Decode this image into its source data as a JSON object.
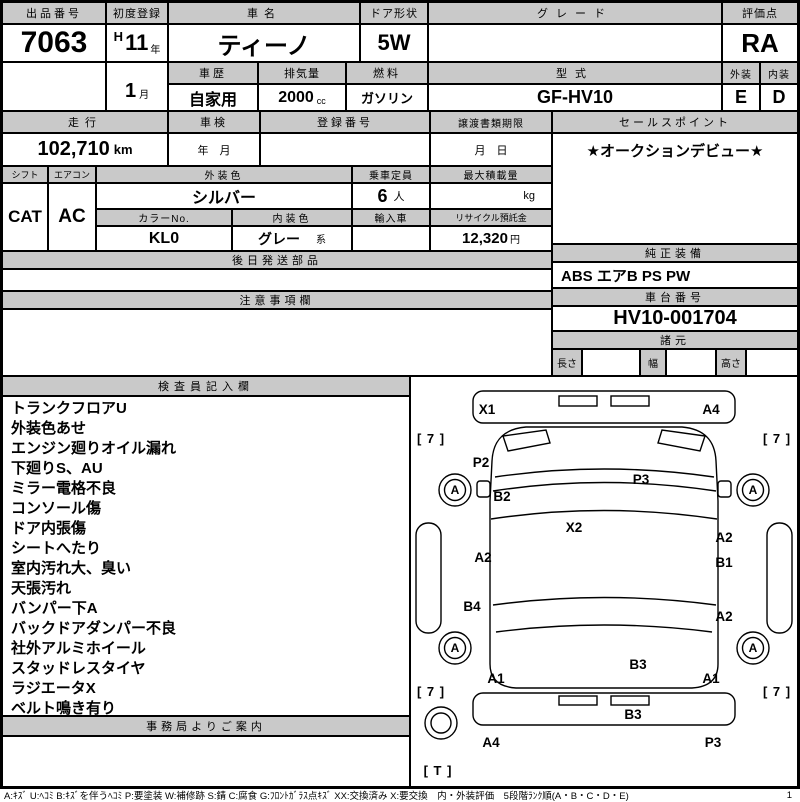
{
  "top": {
    "auction_no": {
      "label": "出品番号",
      "value": "7063"
    },
    "first_reg": {
      "label": "初度登録",
      "era": "H",
      "year": "11",
      "year_unit": "年",
      "month": "1",
      "month_unit": "月"
    },
    "car_name": {
      "label": "車名",
      "value": "ティーノ"
    },
    "door_shape": {
      "label": "ドア形状",
      "value": "5W"
    },
    "grade": {
      "label": "グレード",
      "value": ""
    },
    "score": {
      "label": "評価点",
      "value": "RA"
    },
    "history": {
      "label": "車歴",
      "value": "自家用"
    },
    "displacement": {
      "label": "排気量",
      "value": "2000",
      "unit": "cc"
    },
    "fuel": {
      "label": "燃料",
      "value": "ガソリン"
    },
    "model_code": {
      "label": "型式",
      "value": "GF-HV10"
    },
    "exterior": {
      "label": "外装",
      "value": "E"
    },
    "interior": {
      "label": "内装",
      "value": "D"
    }
  },
  "status": {
    "mileage": {
      "label": "走行",
      "value": "102,710",
      "unit": "km"
    },
    "inspection": {
      "label": "車検",
      "value": "年　月"
    },
    "registration_no": {
      "label": "登録番号",
      "value": ""
    },
    "transfer_deadline": {
      "label": "譲渡書類期限",
      "value": "月　日"
    },
    "sales_point": {
      "label": "セールスポイント",
      "value": "★オークションデビュー★"
    },
    "shift": {
      "label": "シフト",
      "value": "CAT"
    },
    "aircon": {
      "label": "エアコン",
      "value": "AC"
    },
    "exterior_color": {
      "label": "外装色",
      "value": "シルバー"
    },
    "color_no": {
      "label": "カラーNo.",
      "value": "KL0"
    },
    "interior_color": {
      "label": "内装色",
      "value": "グレー",
      "suffix": "系"
    },
    "capacity": {
      "label": "乗車定員",
      "value": "6",
      "unit": "人"
    },
    "max_load": {
      "label": "最大積載量",
      "unit": "kg"
    },
    "imported": {
      "label": "輸入車",
      "value": ""
    },
    "recycle_deposit": {
      "label": "リサイクル預託金",
      "value": "12,320",
      "unit": "円"
    },
    "later_parts_label": "後日発送部品",
    "equipment": {
      "label": "純正装備",
      "value": "ABS エアB PS PW"
    },
    "caution_label": "注意事項欄",
    "chassis_no": {
      "label": "車台番号",
      "value": "HV10-001704"
    },
    "specs": {
      "label": "諸元",
      "length": "長さ",
      "width": "幅",
      "height": "高さ"
    }
  },
  "inspector": {
    "label": "検査員記入欄",
    "notes": [
      "トランクフロアU",
      "外装色あせ",
      "エンジン廻りオイル漏れ",
      "下廻りS、AU",
      "ミラー電格不良",
      "コンソール傷",
      "ドア内張傷",
      "シートへたり",
      "室内汚れ大、臭い",
      "天張汚れ",
      "バンパー下A",
      "バックドアダンパー不良",
      "社外アルミホイール",
      "スタッドレスタイヤ",
      "ラジエータX",
      "ベルト鳴き有り"
    ],
    "office_label": "事務局よりご案内"
  },
  "diagram": {
    "marks": {
      "front_bumper_left": "X1",
      "front_bumper_right": "A4",
      "corner_front_left": "[ 7 ]",
      "corner_front_right": "[ 7 ]",
      "front_fender_left": "P2",
      "front_panel_left": "B2",
      "hood_right": "P3",
      "windshield": "X2",
      "door_front_left": "A2",
      "door_front_right": "A2",
      "door_right": "B1",
      "door_rear_left": "B4",
      "door_rear_right": "A2",
      "quarter_rear_left": "A1",
      "trunk": "B3",
      "quarter_rear_right": "A1",
      "corner_rear_left": "[ 7 ]",
      "corner_rear_right": "[ 7 ]",
      "rear_bumper": "B3",
      "rear_bumper_left": "A4",
      "rear_bumper_right": "P3",
      "tire_mark": "[ T ]",
      "wheels": [
        "A",
        "A",
        "A",
        "A"
      ]
    }
  },
  "footer": {
    "legend": "A:ｷｽﾞ U:ﾍｺﾐ B:ｷｽﾞを伴うﾍｺﾐ P:要塗装 W:補修跡 S:錆 C:腐食 G:ﾌﾛﾝﾄｶﾞﾗｽ点ｷｽﾞ XX:交換済み X:要交換　内・外装評価　5段階ﾗﾝｸ順(A・B・C・D・E)",
    "page": "1"
  }
}
